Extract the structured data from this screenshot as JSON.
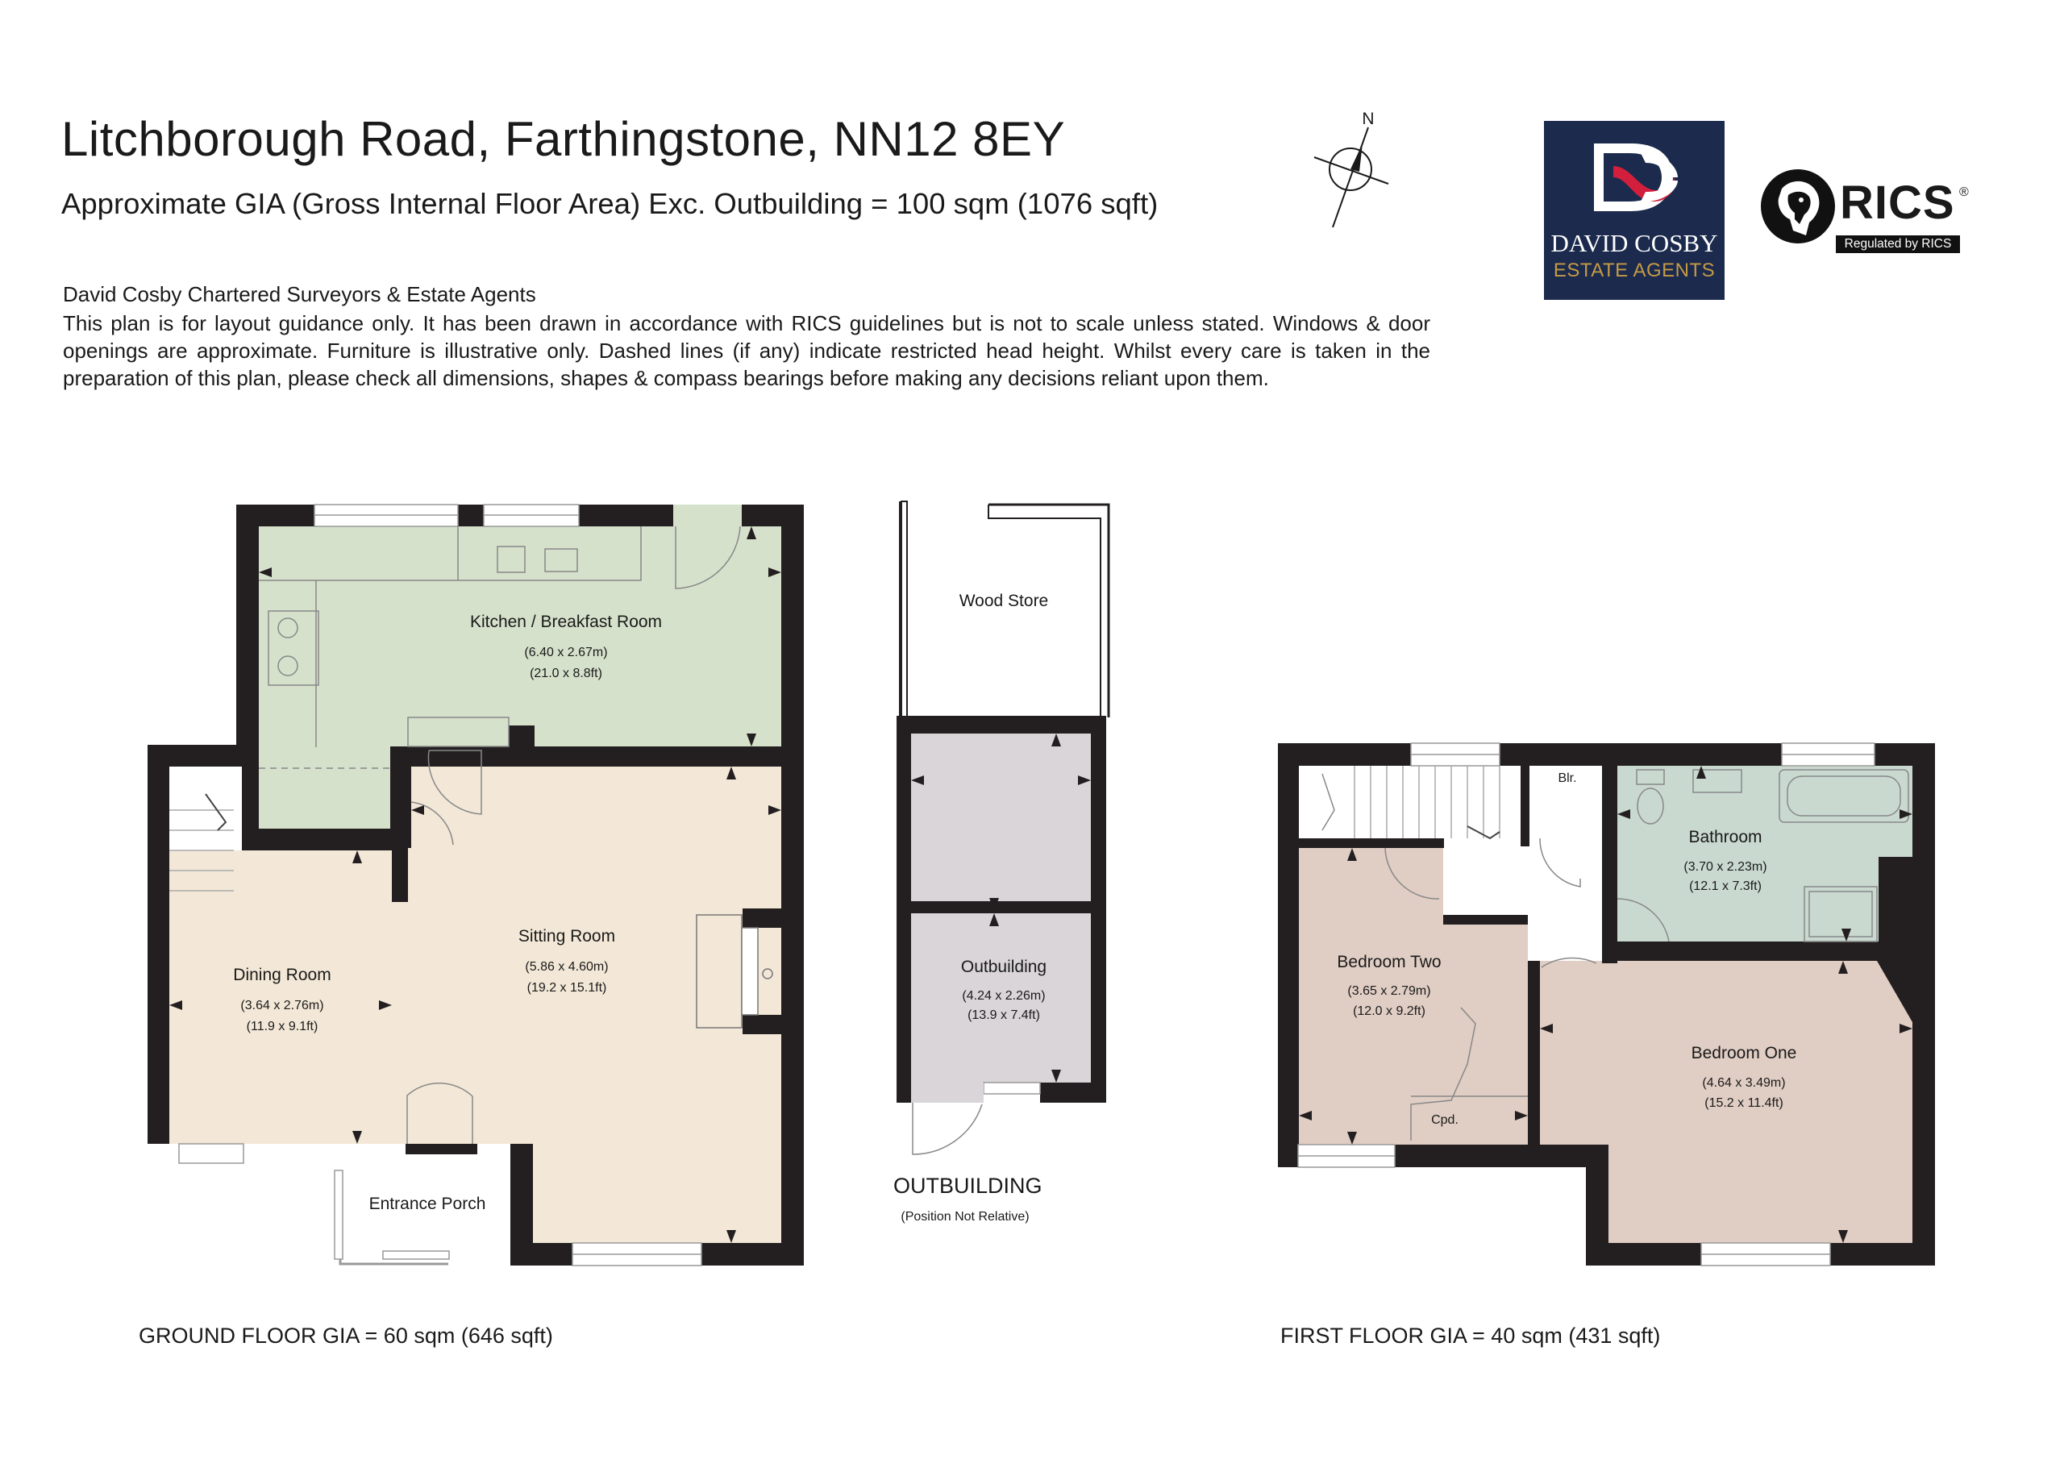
{
  "header": {
    "title": "Litchborough Road, Farthingstone, NN12 8EY",
    "subtitle": "Approximate GIA (Gross Internal Floor Area) Exc. Outbuilding = 100 sqm (1076 sqft)",
    "firm": "David Cosby Chartered Surveyors & Estate Agents",
    "disclaimer": "This plan is for layout guidance only. It has been drawn in accordance with RICS guidelines but is not to scale unless stated. Windows & door openings are approximate. Furniture is illustrative only. Dashed lines (if any) indicate restricted head height. Whilst every care is taken in the preparation of this plan, please check all dimensions, shapes & compass bearings before making any decisions reliant upon them."
  },
  "compass": {
    "label": "N"
  },
  "logos": {
    "agent_name": "DAVID COSBY",
    "agent_sub": "ESTATE AGENTS",
    "rics": "RICS",
    "rics_reg_mark": "®",
    "rics_regulated": "Regulated by RICS"
  },
  "colors": {
    "wall": "#231f20",
    "kitchen": "#d6e1cc",
    "living": "#f3e8d7",
    "outbuilding": "#d9d5d8",
    "bedroom": "#e0cdc4",
    "bathroom": "#c9d9d0",
    "brand_navy": "#1b2a4d",
    "brand_gold": "#c59a46",
    "brand_red": "#d21f3c"
  },
  "ground_floor": {
    "gia": "GROUND FLOOR GIA = 60 sqm (646 sqft)",
    "rooms": {
      "kitchen": {
        "name": "Kitchen / Breakfast Room",
        "metric": "(6.40 x 2.67m)",
        "imperial": "(21.0 x 8.8ft)"
      },
      "sitting": {
        "name": "Sitting Room",
        "metric": "(5.86 x 4.60m)",
        "imperial": "(19.2 x 15.1ft)"
      },
      "dining": {
        "name": "Dining Room",
        "metric": "(3.64 x 2.76m)",
        "imperial": "(11.9 x 9.1ft)"
      },
      "porch": {
        "name": "Entrance Porch"
      }
    }
  },
  "outbuilding": {
    "heading": "OUTBUILDING",
    "note": "(Position Not Relative)",
    "rooms": {
      "wood_store": {
        "name": "Wood Store"
      },
      "outbuilding": {
        "name": "Outbuilding",
        "metric": "(4.24 x 2.26m)",
        "imperial": "(13.9 x 7.4ft)"
      }
    }
  },
  "first_floor": {
    "gia": "FIRST FLOOR GIA = 40 sqm (431 sqft)",
    "rooms": {
      "bathroom": {
        "name": "Bathroom",
        "metric": "(3.70 x 2.23m)",
        "imperial": "(12.1 x 7.3ft)"
      },
      "bedroom_two": {
        "name": "Bedroom Two",
        "metric": "(3.65 x 2.79m)",
        "imperial": "(12.0 x 9.2ft)"
      },
      "bedroom_one": {
        "name": "Bedroom One",
        "metric": "(4.64 x 3.49m)",
        "imperial": "(15.2 x 11.4ft)"
      },
      "boiler": {
        "name": "Blr."
      },
      "cupboard": {
        "name": "Cpd."
      }
    }
  }
}
